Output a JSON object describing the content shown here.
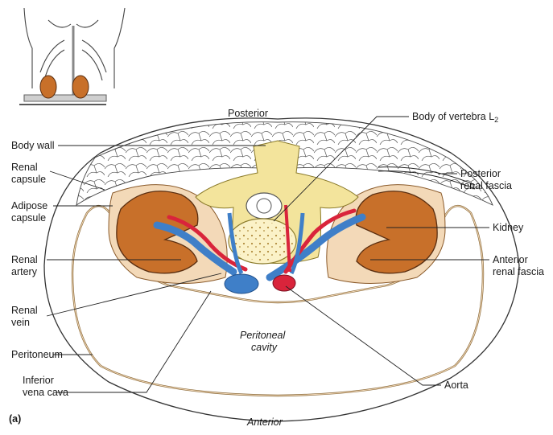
{
  "labels": {
    "posterior": "Posterior",
    "anterior": "Anterior",
    "panel": "(a)",
    "body_wall": "Body wall",
    "renal_capsule_1": "Renal",
    "renal_capsule_2": "capsule",
    "adipose_capsule_1": "Adipose",
    "adipose_capsule_2": "capsule",
    "renal_artery_1": "Renal",
    "renal_artery_2": "artery",
    "renal_vein_1": "Renal",
    "renal_vein_2": "vein",
    "peritoneum": "Peritoneum",
    "ivc_1": "Inferior",
    "ivc_2": "vena cava",
    "vertebra": "Body of vertebra L",
    "vertebra_sub": "2",
    "posterior_fascia_1": "Posterior",
    "posterior_fascia_2": "renal fascia",
    "kidney": "Kidney",
    "anterior_fascia_1": "Anterior",
    "anterior_fascia_2": "renal fascia",
    "aorta": "Aorta",
    "cavity_1": "Peritoneal",
    "cavity_2": "cavity"
  },
  "colors": {
    "kidney": "#c8702a",
    "capsule": "#f3d9b8",
    "vein": "#3f7fc8",
    "artery": "#d9243b",
    "bone": "#f3e49c",
    "marrow": "#fbf2c8",
    "outline": "#3a3a3a"
  }
}
